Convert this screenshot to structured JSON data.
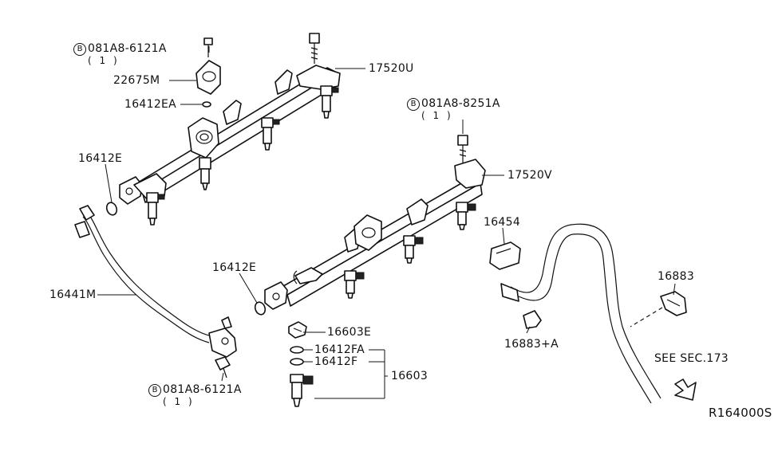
{
  "labels": {
    "bolt_top_left": "081A8-6121A",
    "bolt_top_left_qty": "( 1 )",
    "bolt_right": "081A8-8251A",
    "bolt_right_qty": "( 1 )",
    "bolt_bottom": "081A8-6121A",
    "bolt_bottom_qty": "( 1 )",
    "bolt_marker": "B",
    "p22675M": "22675M",
    "p16412EA": "16412EA",
    "p17520U": "17520U",
    "p17520V": "17520V",
    "p16412E_left": "16412E",
    "p16412E_center": "16412E",
    "p16441M": "16441M",
    "p16454": "16454",
    "p16883": "16883",
    "p16883A": "16883+A",
    "p16603E": "16603E",
    "p16412FA": "16412FA",
    "p16412F": "16412F",
    "p16603": "16603",
    "see_sec": "SEE SEC.173",
    "ref_code": "R164000S"
  },
  "icons": [
    "bolt-icon",
    "fuel-rail-icon",
    "injector-icon",
    "o-ring-icon",
    "damper-icon",
    "fuel-hose-icon",
    "clip-icon",
    "arrow-icon"
  ]
}
